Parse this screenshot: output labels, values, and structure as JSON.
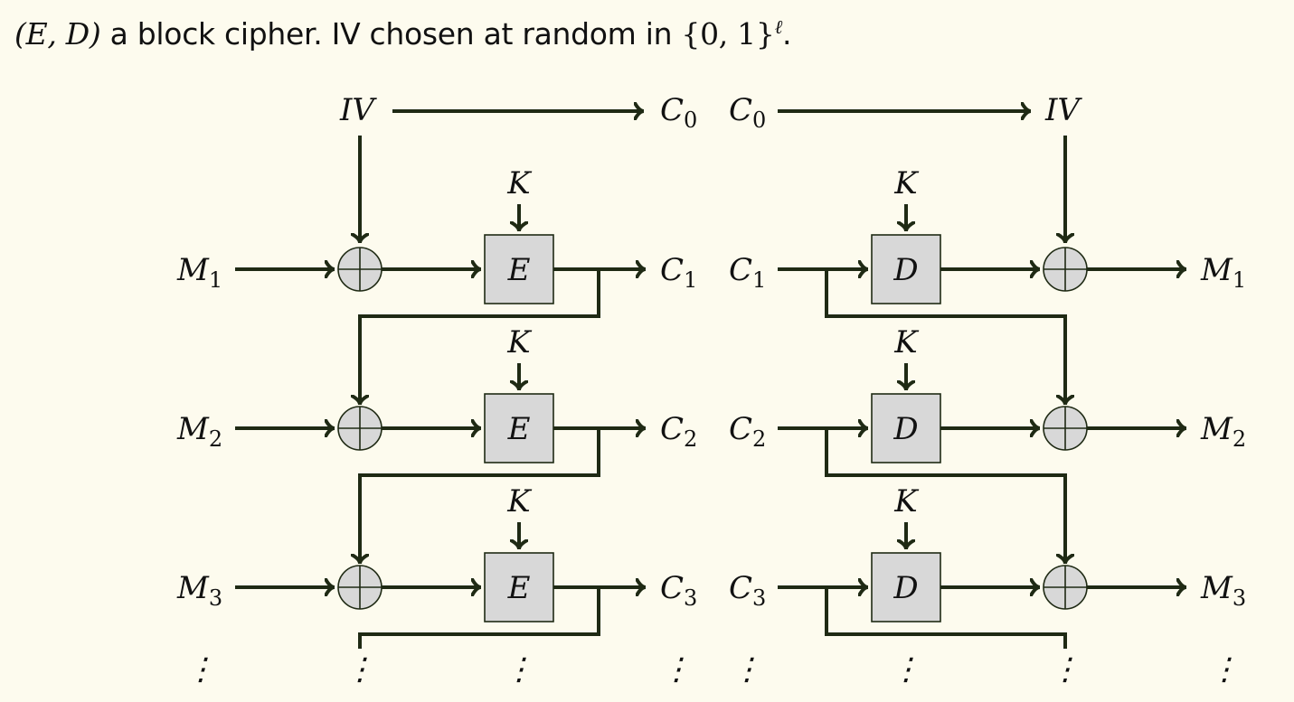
{
  "caption": {
    "part1_math": "(E, D)",
    "part2_text": " a block cipher. IV chosen at random in ",
    "part3_math": "{0, 1}",
    "part3_sup": "ℓ",
    "part4_text": "."
  },
  "encrypt": {
    "iv_label": "IV",
    "c0": {
      "base": "C",
      "sub": "0"
    },
    "key_label": "K",
    "cipher_label": "E",
    "inputs": [
      {
        "base": "M",
        "sub": "1"
      },
      {
        "base": "M",
        "sub": "2"
      },
      {
        "base": "M",
        "sub": "3"
      }
    ],
    "outputs": [
      {
        "base": "C",
        "sub": "1"
      },
      {
        "base": "C",
        "sub": "2"
      },
      {
        "base": "C",
        "sub": "3"
      }
    ]
  },
  "decrypt": {
    "iv_label": "IV",
    "c0": {
      "base": "C",
      "sub": "0"
    },
    "key_label": "K",
    "cipher_label": "D",
    "inputs": [
      {
        "base": "C",
        "sub": "1"
      },
      {
        "base": "C",
        "sub": "2"
      },
      {
        "base": "C",
        "sub": "3"
      }
    ],
    "outputs": [
      {
        "base": "M",
        "sub": "1"
      },
      {
        "base": "M",
        "sub": "2"
      },
      {
        "base": "M",
        "sub": "3"
      }
    ]
  },
  "ellipsis": "⋮"
}
